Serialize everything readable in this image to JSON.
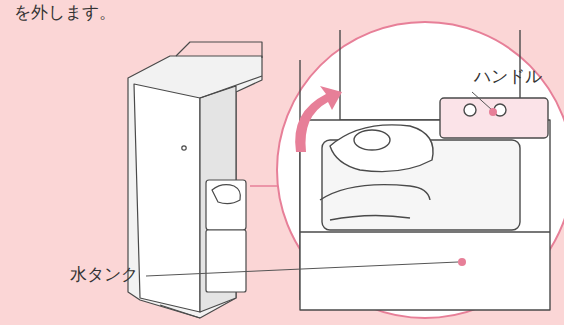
{
  "diagram": {
    "labels": [
      "を外します。",
      "ハンドル",
      "水タンク"
    ]
  }
}
